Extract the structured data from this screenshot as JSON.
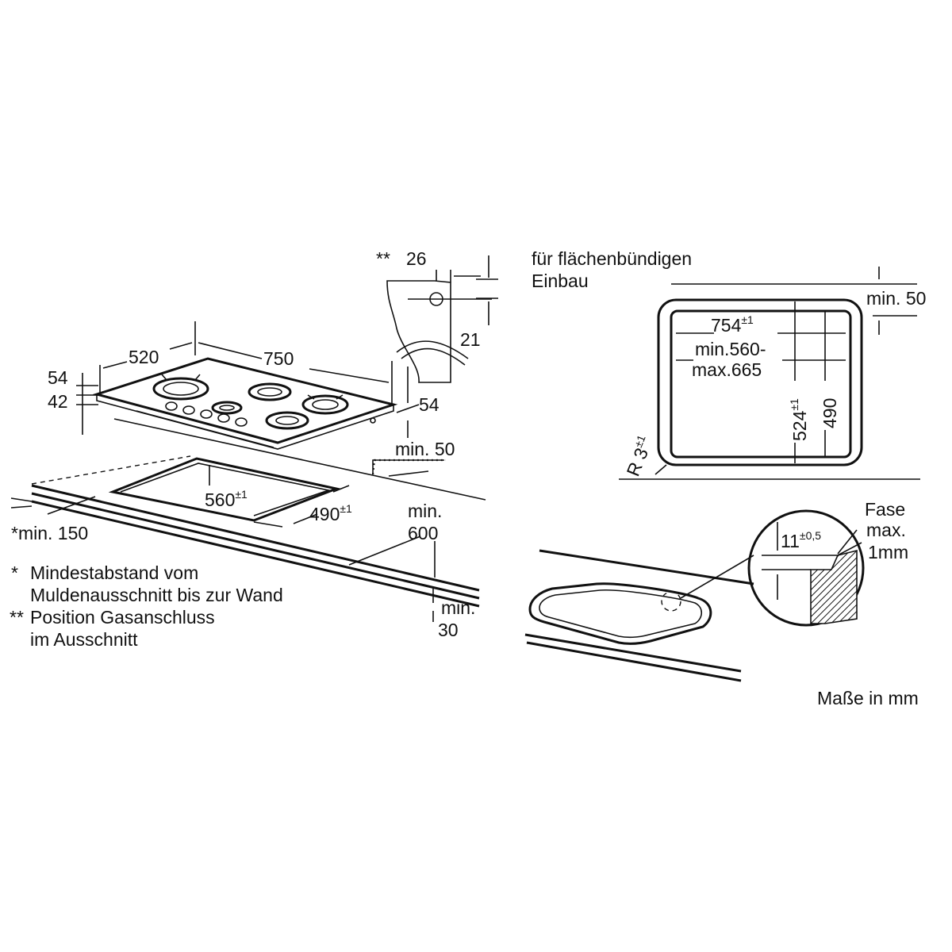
{
  "dimensions": {
    "d26": "26",
    "d21": "21",
    "d520": "520",
    "d750": "750",
    "d54a": "54",
    "d42": "42",
    "d54b": "54",
    "min50a": "min. 50",
    "d560": "560",
    "tol_pm1": "±1",
    "d490": "490",
    "min150": "*min. 150",
    "min600_a": "min.",
    "min600_b": "600",
    "min30_a": "min.",
    "min30_b": "30",
    "flush_a": "für flächenbündigen",
    "flush_b": "Einbau",
    "min50b": "min. 50",
    "d754": "754",
    "range_a": "min.560-",
    "range_b": "max.665",
    "d524": "524",
    "d490b": "490",
    "radius": "R 3",
    "d11": "11",
    "tol_05": "±0,5",
    "fase_a": "Fase",
    "fase_b": "max.",
    "fase_c": "1mm",
    "star2": "**"
  },
  "notes": {
    "n1_mark": "*",
    "n1_a": "Mindestabstand vom",
    "n1_b": "Muldenausschnitt bis zur Wand",
    "n2_mark": "**",
    "n2_a": "Position Gasanschluss",
    "n2_b": "im Ausschnitt"
  },
  "units": "Maße in mm"
}
